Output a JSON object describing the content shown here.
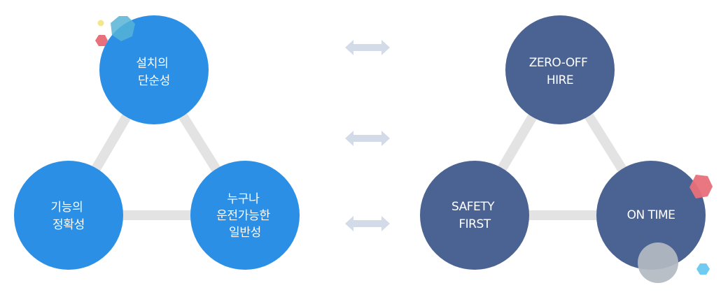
{
  "colors": {
    "left_circle": "#2b8fe6",
    "right_circle": "#4b6392",
    "connector": "#e3e3e3",
    "arrow": "#d3dbe8",
    "text": "#ffffff"
  },
  "left_group": {
    "top": [
      "설치의",
      "단순성"
    ],
    "left": [
      "기능의",
      "정확성"
    ],
    "right": [
      "누구나",
      "운전가능한",
      "일반성"
    ]
  },
  "right_group": {
    "top": [
      "ZERO-OFF",
      "HIRE"
    ],
    "left": [
      "SAFETY",
      "FIRST"
    ],
    "right": [
      "ON TIME"
    ]
  },
  "arrows": {
    "count": 3,
    "icon": "double-arrow-icon"
  },
  "decorations": [
    "hexagon-teal",
    "hexagon-red",
    "dot-yellow",
    "hexagon-red",
    "circle-gray",
    "hexagon-sky"
  ]
}
